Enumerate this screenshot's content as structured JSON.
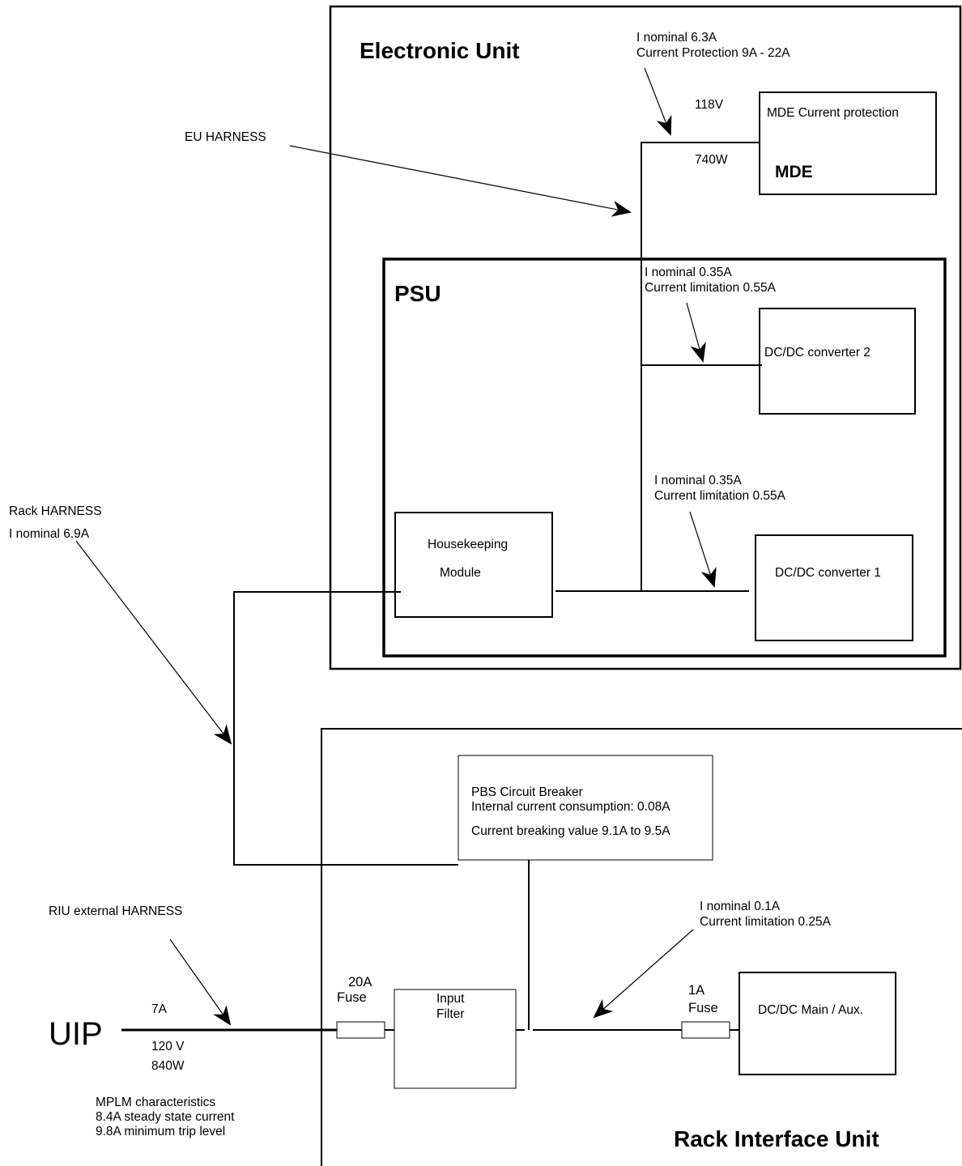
{
  "units": {
    "electronic_unit": "Electronic Unit",
    "psu": "PSU",
    "rack_interface_unit": "Rack Interface Unit"
  },
  "mde": {
    "box_title": "MDE Current protection",
    "label": "MDE",
    "voltage": "118V",
    "power": "740W",
    "i_nominal": "I nominal  6.3A",
    "protection": "Current Protection 9A - 22A"
  },
  "eu_harness": "EU HARNESS",
  "dcdc2": {
    "label": "DC/DC converter 2",
    "i_nominal": "I nominal 0.35A",
    "limitation": "Current limitation  0.55A"
  },
  "dcdc1": {
    "label": "DC/DC converter 1",
    "i_nominal": "I nominal 0.35A",
    "limitation": "Current limitation  0.55A"
  },
  "housekeeping": {
    "line1": "Housekeeping",
    "line2": "Module"
  },
  "rack_harness": {
    "line1": "Rack HARNESS",
    "line2": "I nominal 6.9A"
  },
  "pbs": {
    "line1": "PBS Circuit Breaker",
    "line2": "Internal current consumption: 0.08A",
    "line3": "Current breaking value 9.1A to 9.5A"
  },
  "riu_harness": "RIU external HARNESS",
  "riu_dcdc": {
    "i_nominal": "I nominal 0.1A",
    "limitation": "Current limitation 0.25A",
    "label": "DC/DC Main / Aux."
  },
  "fuse20": {
    "line1": "20A",
    "line2": "Fuse"
  },
  "fuse1": {
    "line1": "1A",
    "line2": "Fuse"
  },
  "input_filter": {
    "line1": "Input",
    "line2": "Filter"
  },
  "uip": {
    "label": "UIP",
    "current": "7A",
    "voltage": "120 V",
    "power": "840W"
  },
  "mplm": {
    "line1": "MPLM characteristics",
    "line2": "8.4A steady state current",
    "line3": "9.8A minimum  trip level"
  }
}
